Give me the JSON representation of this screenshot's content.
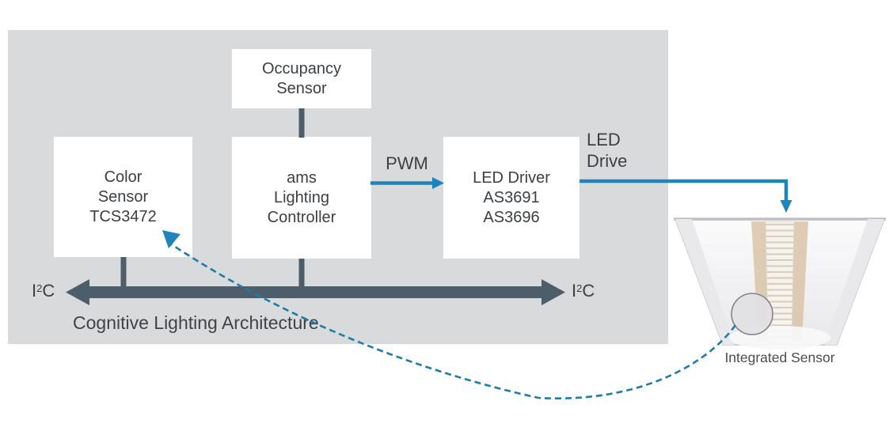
{
  "diagram": {
    "caption": "Cognitive Lighting Architecture",
    "boxes": {
      "occupancy_sensor": {
        "lines": [
          "Occupancy",
          "Sensor"
        ]
      },
      "color_sensor": {
        "lines": [
          "Color",
          "Sensor",
          "TCS3472"
        ]
      },
      "lighting_controller": {
        "lines": [
          "ams",
          "Lighting",
          "Controller"
        ]
      },
      "led_driver": {
        "lines": [
          "LED Driver",
          "AS3691",
          "AS3696"
        ]
      }
    },
    "labels": {
      "pwm": "PWM",
      "led_drive_line1": "LED",
      "led_drive_line2": "Drive",
      "i2c_left": {
        "base": "I",
        "sup": "2",
        "tail": "C"
      },
      "i2c_right": {
        "base": "I",
        "sup": "2",
        "tail": "C"
      },
      "integrated_sensor": "Integrated Sensor"
    },
    "icons": {
      "i2c_bus": "double-ended-bus-arrow",
      "pwm_arrow": "right-arrow",
      "led_drive_arrow": "elbow-down-arrow",
      "feedback_arrow": "dashed-curved-arrow",
      "sensor_marker": "circle-outline",
      "luminaire": "troffer-light-fixture-photo"
    },
    "colors": {
      "panel_bg": "#d9dadc",
      "box_bg": "#ffffff",
      "text": "#3c4043",
      "bus_gray": "#4d5e6a",
      "signal_blue": "#1e84bc",
      "feedback_dashed_blue": "#1e7ca8"
    }
  }
}
